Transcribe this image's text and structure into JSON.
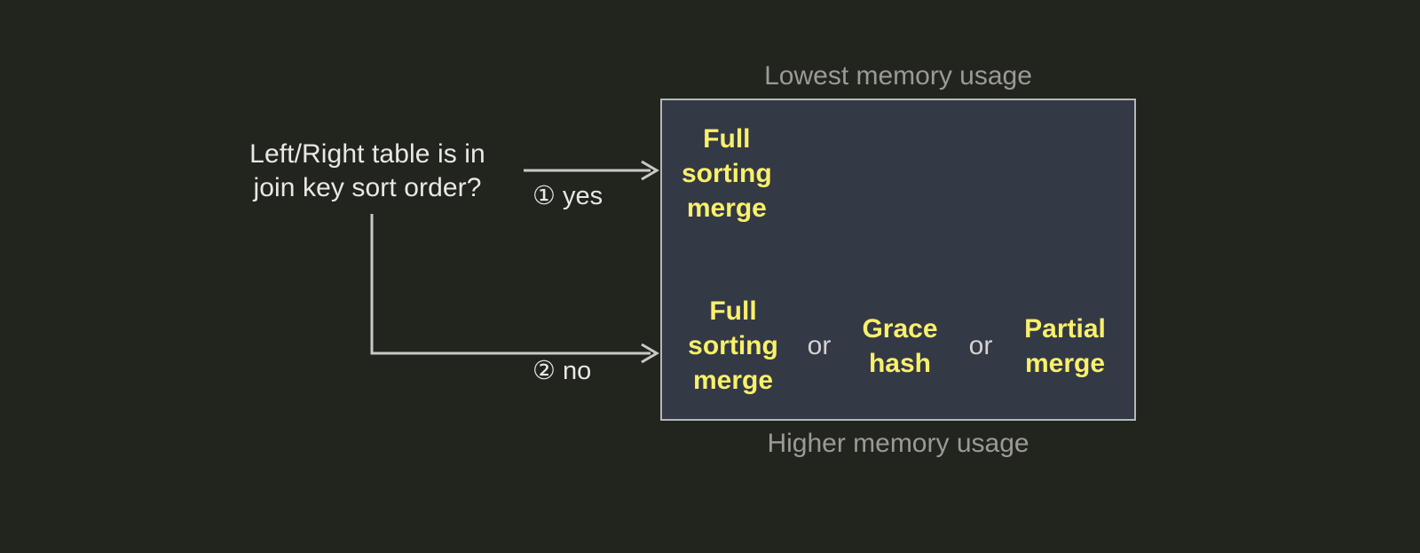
{
  "theme": {
    "background": "#22241e",
    "box_fill": "#333945",
    "box_border": "#b6b8b5",
    "accent_yellow": "#f9f06b",
    "text_primary": "#e8e8e6",
    "text_muted": "#9a9a97"
  },
  "question": {
    "text": "Left/Right table is in\njoin key sort order?"
  },
  "branches": [
    {
      "marker": "①",
      "label": "yes",
      "name": "branch-yes"
    },
    {
      "marker": "②",
      "label": "no",
      "name": "branch-no"
    }
  ],
  "captions": {
    "top": "Lowest memory usage",
    "bottom": "Higher memory usage"
  },
  "options_box": {
    "rows": [
      {
        "name": "sorted-input-options",
        "items": [
          {
            "label": "Full\nsorting\nmerge"
          }
        ],
        "separators": []
      },
      {
        "name": "unsorted-input-options",
        "items": [
          {
            "label": "Full\nsorting\nmerge"
          },
          {
            "label": "Grace\nhash"
          },
          {
            "label": "Partial\nmerge"
          }
        ],
        "separators": [
          "or",
          "or"
        ]
      }
    ]
  }
}
